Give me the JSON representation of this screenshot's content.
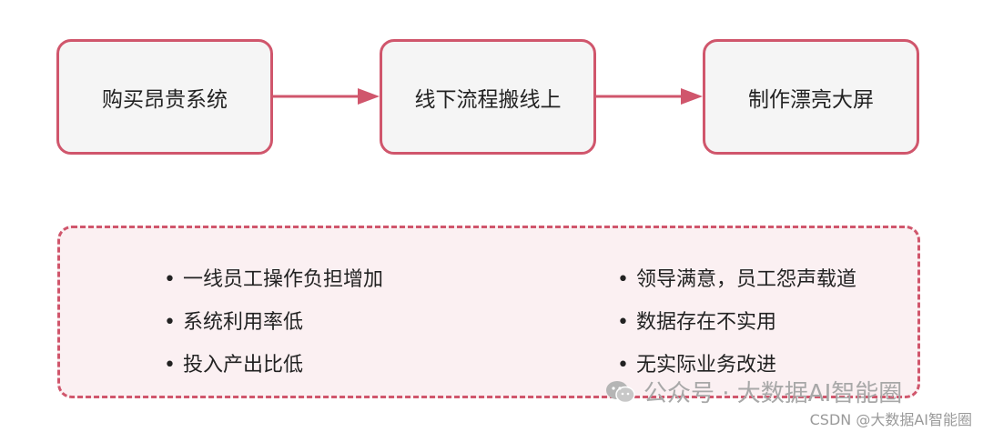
{
  "flow": {
    "steps": [
      "购买昂贵系统",
      "线下流程搬线上",
      "制作漂亮大屏"
    ]
  },
  "problems": {
    "left": [
      "一线员工操作负担增加",
      "系统利用率低",
      "投入产出比低"
    ],
    "right": [
      "领导满意，员工怨声载道",
      "数据存在不实用",
      "无实际业务改进"
    ],
    "bullet": "•"
  },
  "watermark": {
    "wechat": "公众号 · 大数据AI智能圈",
    "csdn": "CSDN @大数据AI智能圈"
  },
  "colors": {
    "accent": "#d0566c",
    "node_fill": "#f5f5f5",
    "panel_fill": "#fbf0f2"
  }
}
